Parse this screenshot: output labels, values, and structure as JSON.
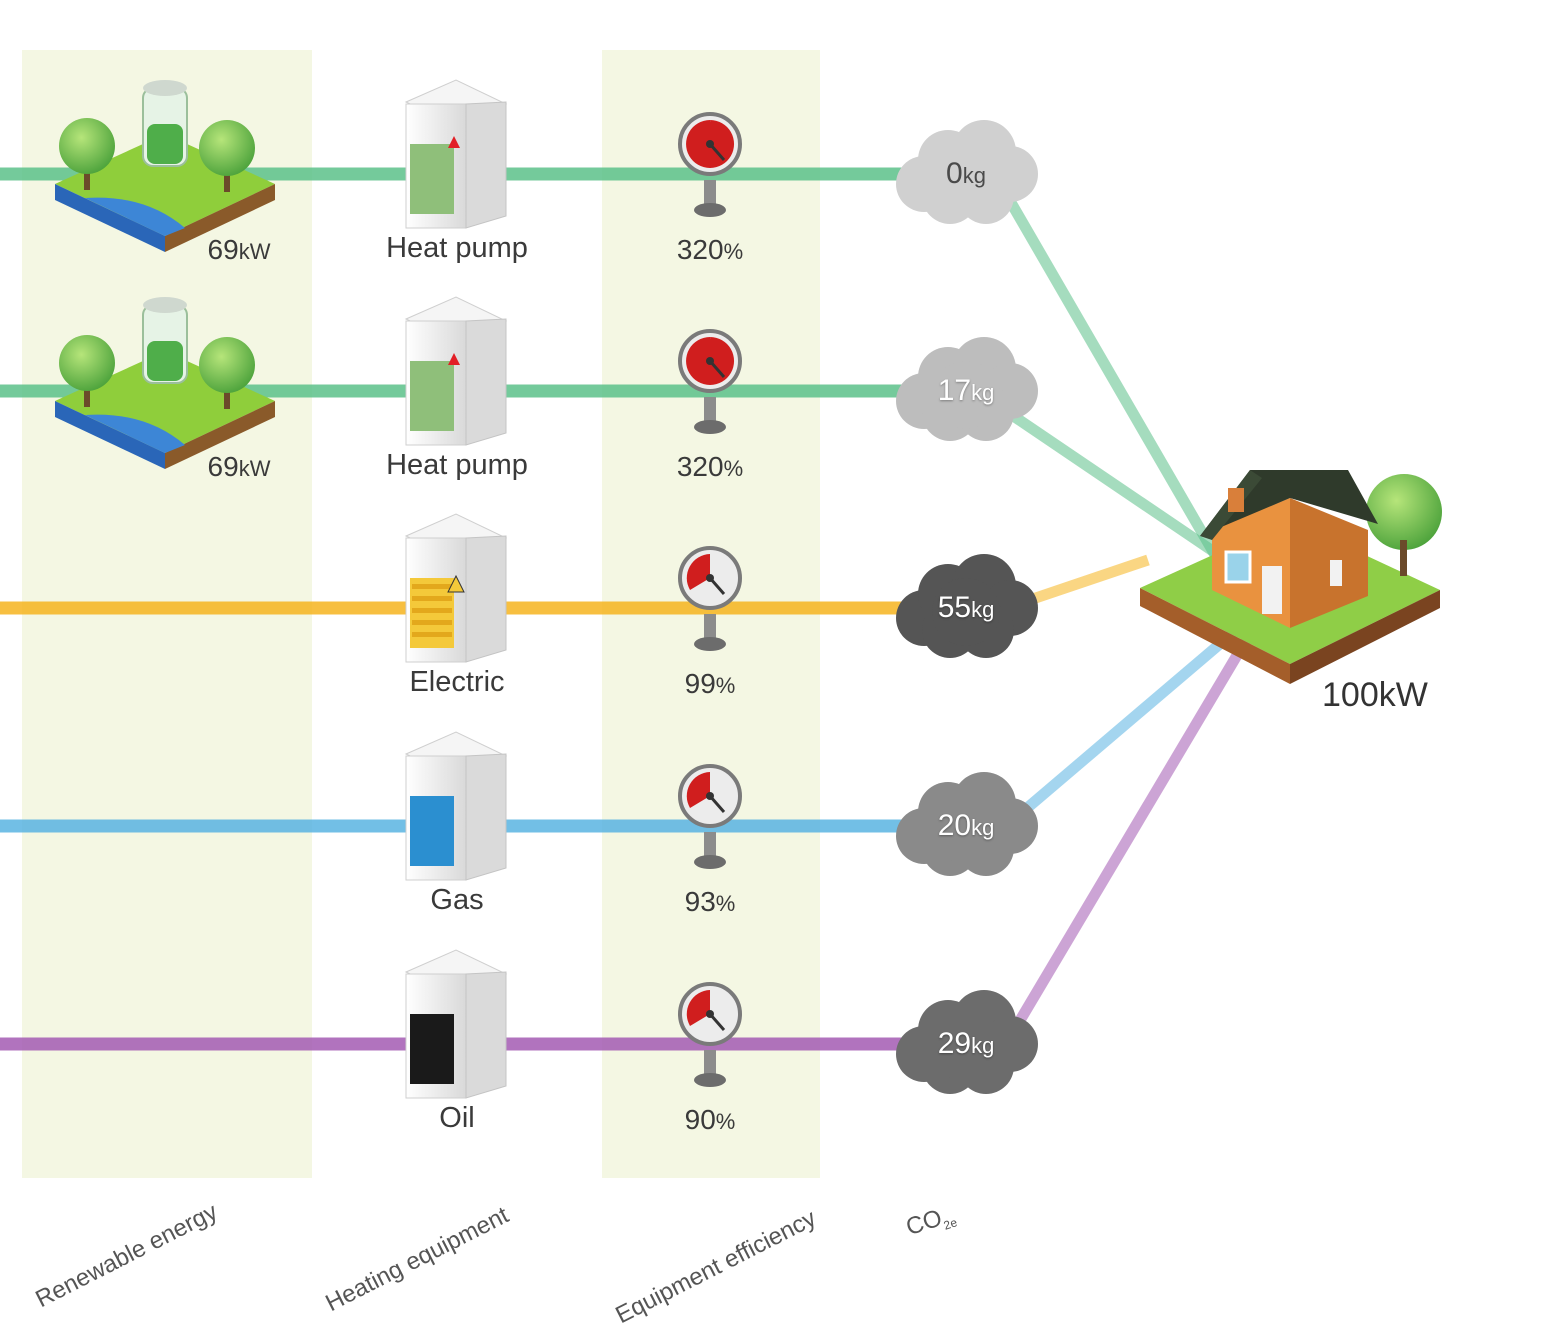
{
  "columns": {
    "renewable": "Renewable energy",
    "heating": "Heating equipment",
    "efficiency": "Equipment efficiency",
    "co2": "CO",
    "co2_sub": "2e"
  },
  "house": {
    "label": "100kW",
    "icon": "house-icon"
  },
  "rows": [
    {
      "name": "heat-pump-1",
      "color": "#5cc18a",
      "renewable": {
        "value": "69",
        "unit": "kW"
      },
      "equipment": "Heat pump",
      "efficiency": {
        "value": "320",
        "unit": "%"
      },
      "co2": {
        "value": "0",
        "unit": "kg"
      },
      "cloud_color": "#d0d0d0"
    },
    {
      "name": "heat-pump-2",
      "color": "#5cc18a",
      "renewable": {
        "value": "69",
        "unit": "kW"
      },
      "equipment": "Heat pump",
      "efficiency": {
        "value": "320",
        "unit": "%"
      },
      "co2": {
        "value": "17",
        "unit": "kg"
      },
      "cloud_color": "#bdbdbd"
    },
    {
      "name": "electric",
      "color": "#f6b51f",
      "equipment": "Electric",
      "efficiency": {
        "value": "99",
        "unit": "%"
      },
      "co2": {
        "value": "55",
        "unit": "kg"
      },
      "cloud_color": "#555555"
    },
    {
      "name": "gas",
      "color": "#5ab4e2",
      "equipment": "Gas",
      "efficiency": {
        "value": "93",
        "unit": "%"
      },
      "co2": {
        "value": "20",
        "unit": "kg"
      },
      "cloud_color": "#8a8a8a"
    },
    {
      "name": "oil",
      "color": "#a45bb3",
      "equipment": "Oil",
      "efficiency": {
        "value": "90",
        "unit": "%"
      },
      "co2": {
        "value": "29",
        "unit": "kg"
      },
      "cloud_color": "#6c6c6c"
    }
  ]
}
